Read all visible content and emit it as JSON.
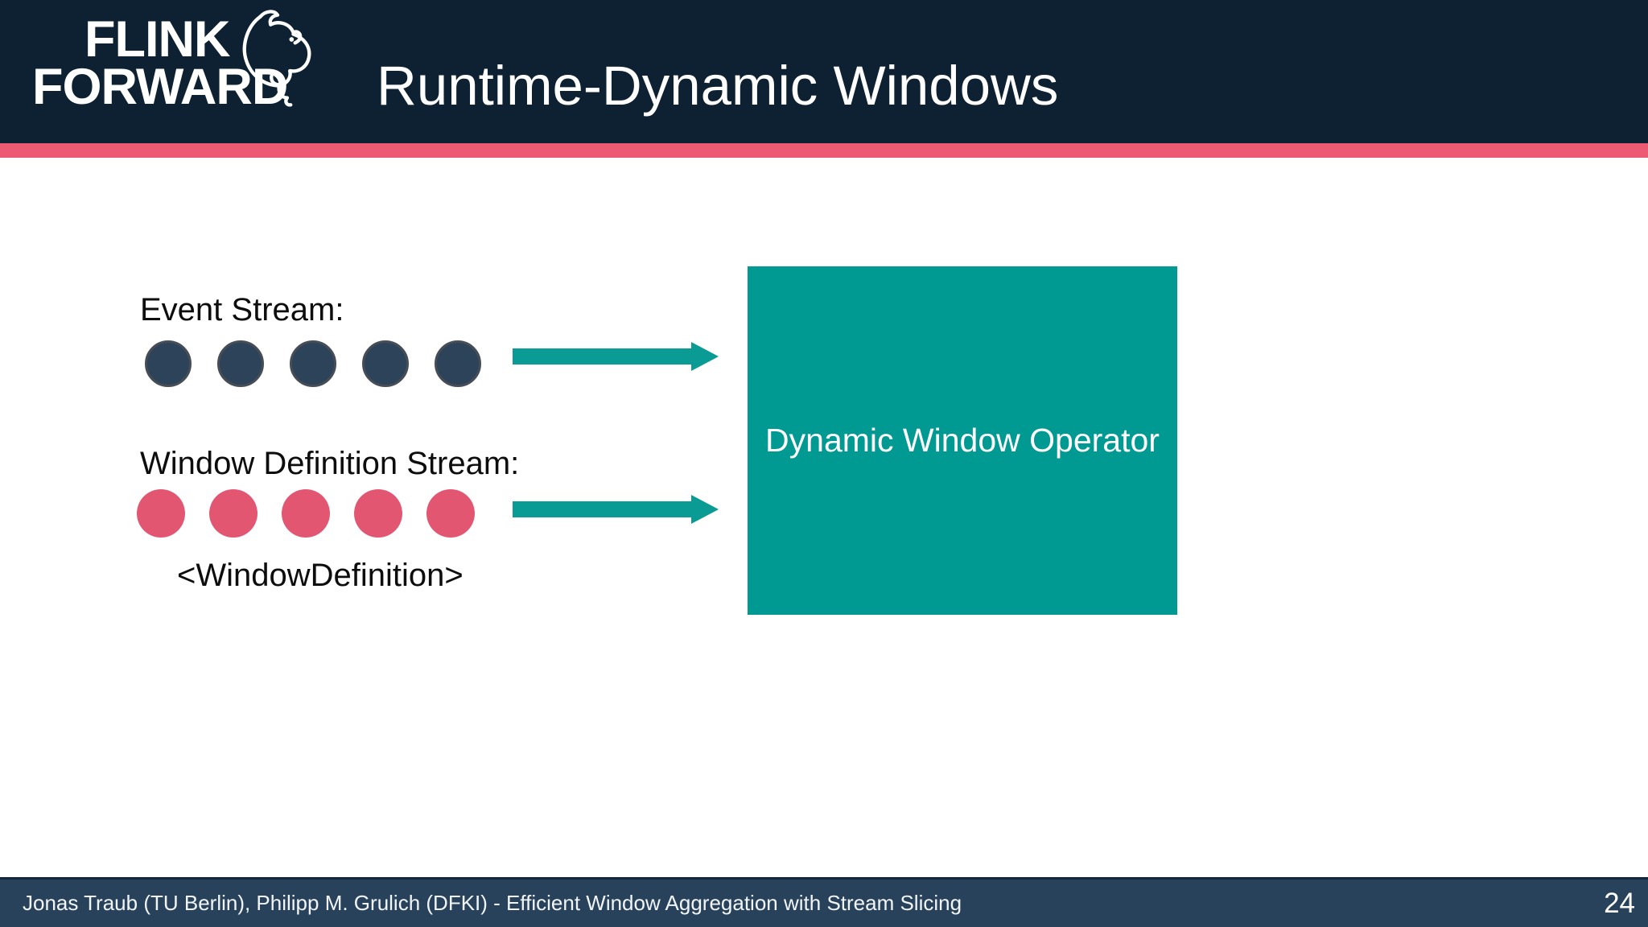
{
  "header": {
    "title": "Runtime-Dynamic Windows",
    "logo": {
      "line1": "FLINK",
      "line2": "FORWARD",
      "mascot": "flink-squirrel-icon"
    }
  },
  "diagram": {
    "event_stream": {
      "label": "Event Stream:",
      "event_count": 5,
      "dot_color": "#2c4359"
    },
    "window_definition_stream": {
      "label": "Window Definition Stream:",
      "event_count": 5,
      "dot_color": "#e35672",
      "type_annotation": "<WindowDefinition>"
    },
    "operator": {
      "label": "Dynamic Window Operator",
      "box_color": "#009a93"
    },
    "arrow_color": "#0a9b94"
  },
  "footer": {
    "credit": "Jonas Traub (TU Berlin), Philipp M. Grulich (DFKI) - Efficient Window Aggregation with Stream Slicing",
    "page_number": "24"
  },
  "colors": {
    "header_bg": "#0e2132",
    "accent_stripe": "#ec5b73",
    "footer_bg": "#28425c",
    "slide_bg": "#ffffff",
    "teal": "#009a93",
    "event_dot_fill": "#2c4359",
    "event_dot_stroke": "#474d56",
    "definition_dot_fill": "#e35672"
  }
}
